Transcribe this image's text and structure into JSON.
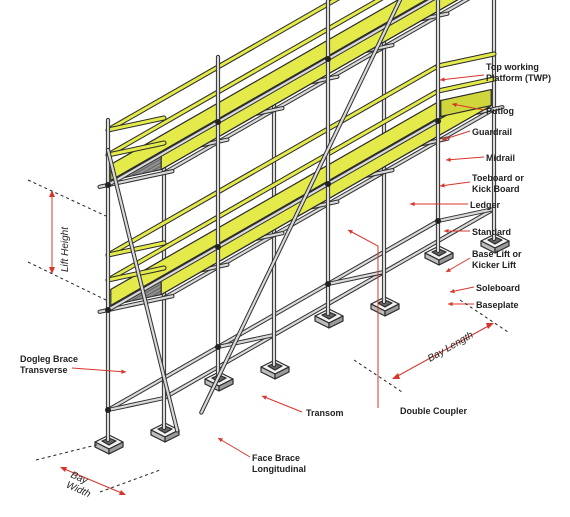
{
  "diagram": {
    "labels": {
      "top_working_platform": "Top working\nPlatform (TWP)",
      "putlog": "Putlog",
      "guardrail": "Guardrail",
      "midrail": "Midrail",
      "toeboard": "Toeboard or\nKick Board",
      "ledger": "Ledger",
      "standard": "Standard",
      "base_lift": "Base Lift or\nKicker Lift",
      "soleboard": "Soleboard",
      "baseplate": "Baseplate",
      "bay_length": "Bay Length",
      "double_coupler": "Double Coupler",
      "transom": "Transom",
      "face_brace": "Face Brace\nLongitudinal",
      "dogleg_brace": "Dogleg Brace\nTransverse",
      "lift_height": "Lift Height",
      "bay_width": "Bay\nWidth"
    },
    "colors": {
      "leader_line": "#d8352a",
      "toeboard_yellow": "#e3ea4a",
      "deck_grey": "#8f8f8f",
      "tube_outline": "#2f2f2f"
    }
  }
}
